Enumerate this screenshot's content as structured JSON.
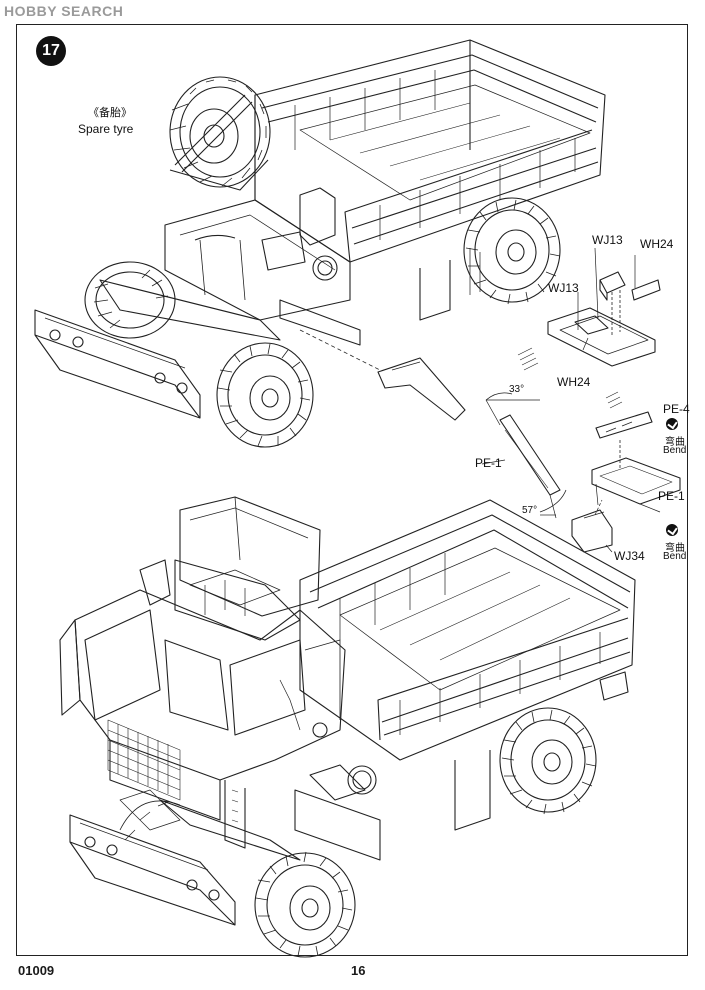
{
  "watermark": "HOBBY SEARCH",
  "step_number": "17",
  "spare_tyre": {
    "cn": "《备胎》",
    "en": "Spare tyre"
  },
  "parts": {
    "wj13_top": "WJ13",
    "wh24_top": "WH24",
    "wj13_side": "WJ13",
    "wh24_bottom": "WH24",
    "pe1_left": "PE-1",
    "pe4": "PE-4",
    "pe1_right": "PE-1",
    "wj34": "WJ34"
  },
  "angles": {
    "top": "33°",
    "bottom": "57°"
  },
  "bend_1": {
    "cn": "弯曲",
    "en": "Bend"
  },
  "bend_2": {
    "cn": "弯曲",
    "en": "Bend"
  },
  "kit_number": "01009",
  "page_number": "16"
}
